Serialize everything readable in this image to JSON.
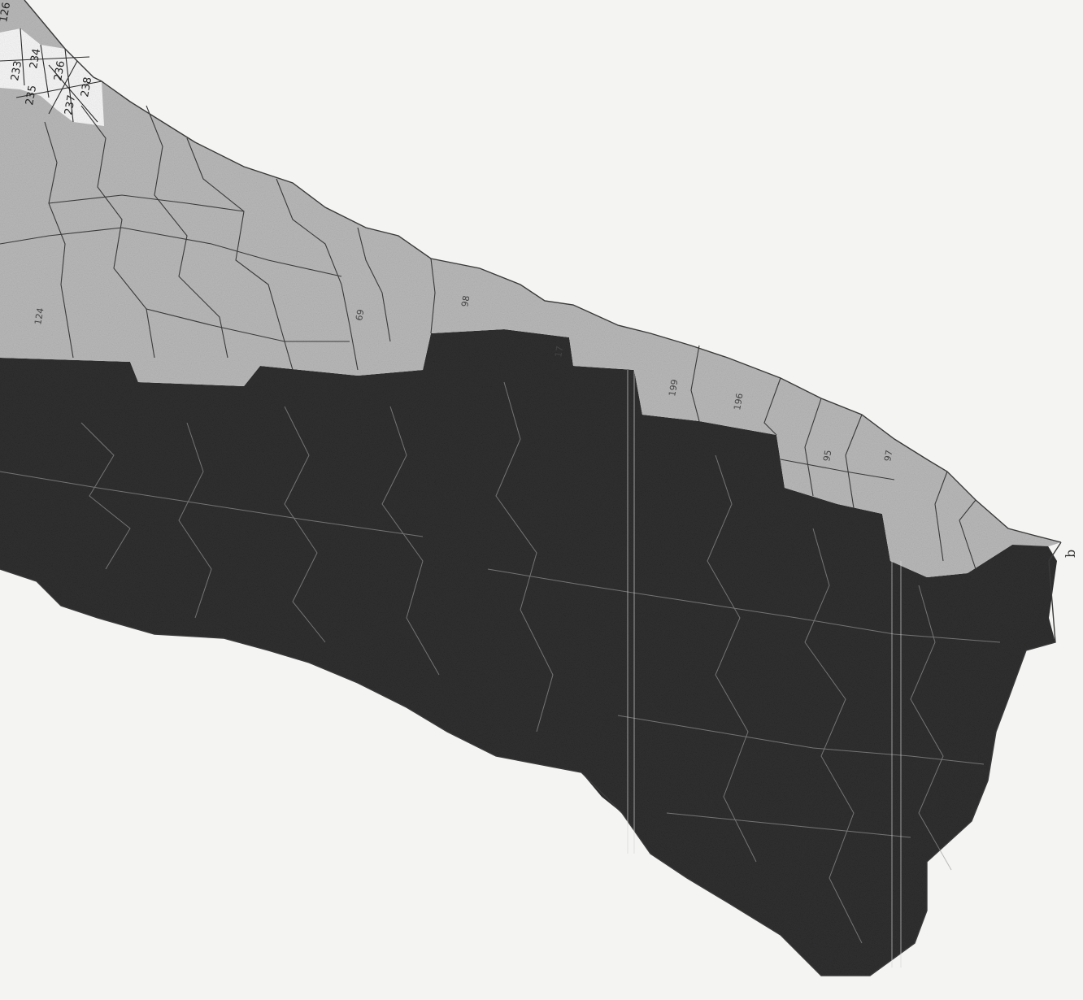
{
  "map": {
    "colors": {
      "background": "#f4f4f2",
      "dark_region": "#2f2f2f",
      "light_region": "#b9b9b9",
      "white_region": "#f7f7f7",
      "border": "#3a3a3a",
      "internal_line_dark": "#8a8a8a"
    },
    "corner_label": "b",
    "zone_labels": {
      "white": [
        "126",
        "233",
        "234",
        "235",
        "236",
        "237",
        "238"
      ],
      "light": [
        "124",
        "69",
        "98",
        "17",
        "199",
        "196",
        "95",
        "97"
      ]
    }
  }
}
